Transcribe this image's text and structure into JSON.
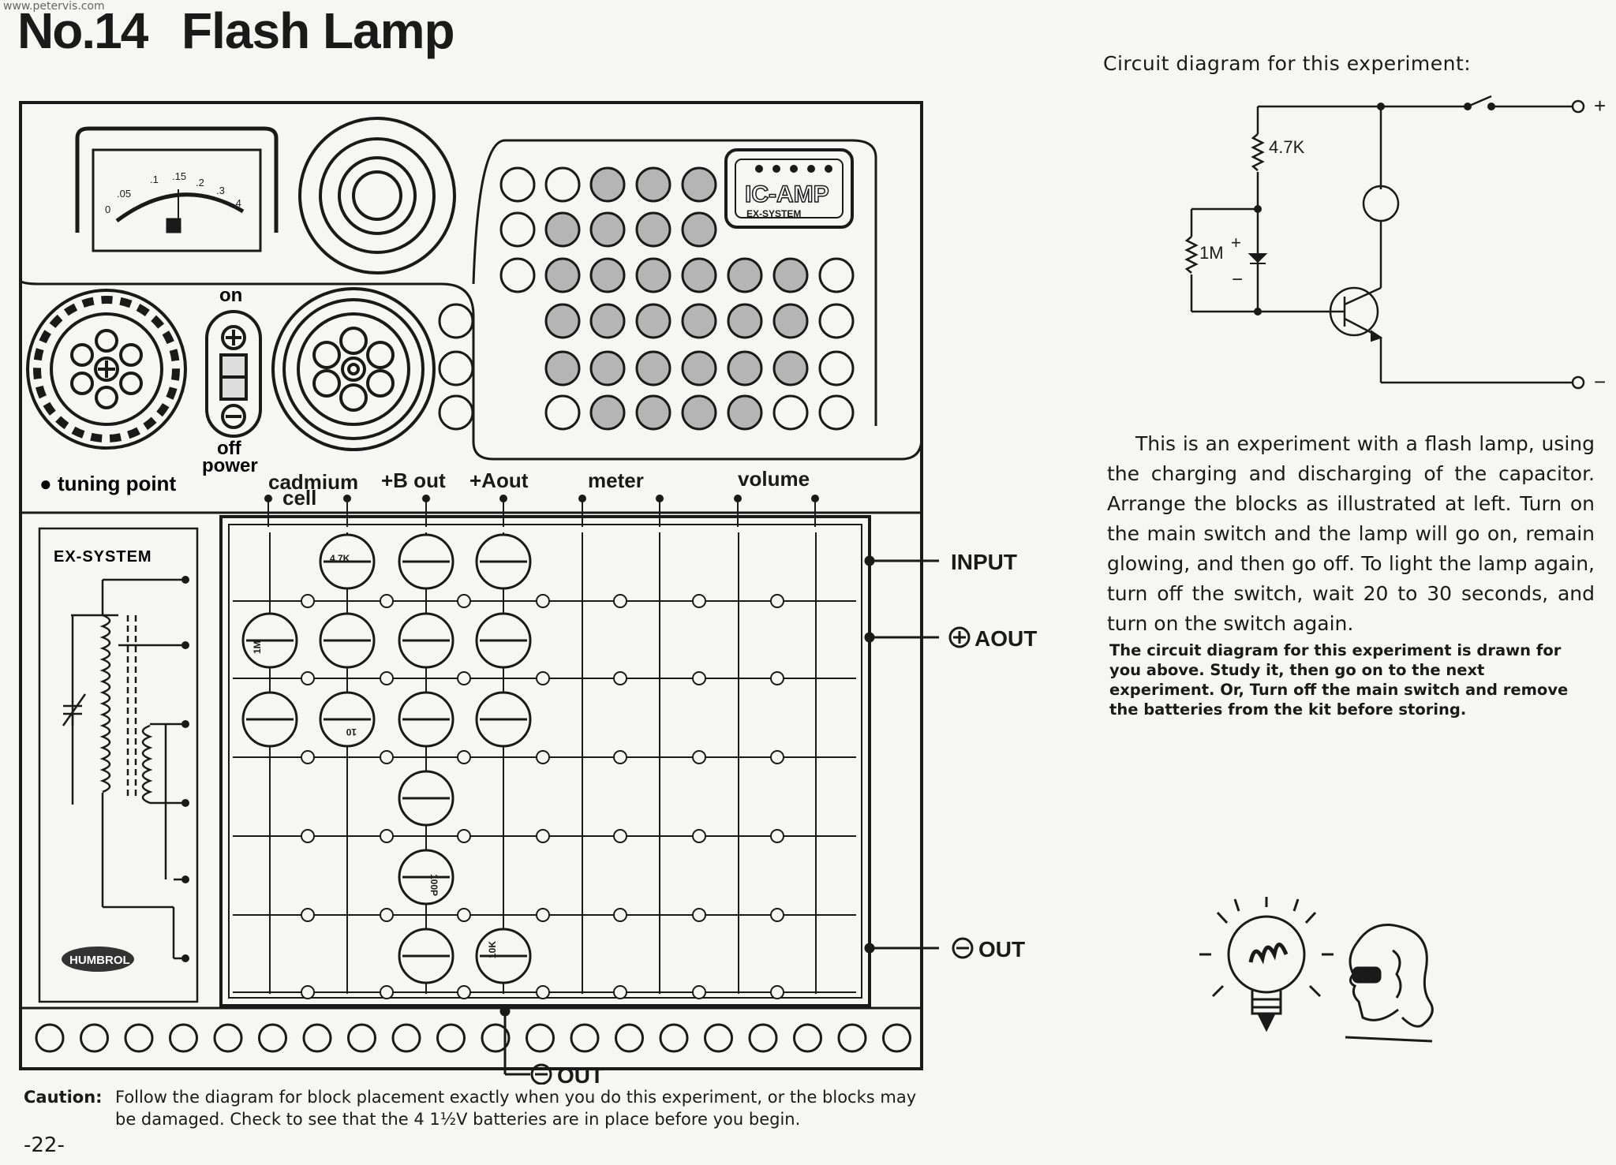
{
  "watermark": "www.petervis.com",
  "header": {
    "number": "No.14",
    "title": "Flash Lamp"
  },
  "kit": {
    "meter_scale": [
      "0",
      ".05",
      ".1",
      ".15",
      ".2",
      ".3",
      ".4"
    ],
    "ic_amp_label": "IC-AMP",
    "ex_system_small": "EX-SYSTEM",
    "on_label": "on",
    "off_label": "off",
    "power_label": "power",
    "tuning_point_label": "tuning point",
    "terminal_labels": [
      "cadmium",
      "cell",
      "+B out",
      "+Aout",
      "meter",
      "volume"
    ],
    "side_labels": {
      "input": "INPUT",
      "aout": "AOUT",
      "out": "OUT",
      "bottom_out": "OUT"
    },
    "ex_system_label": "EX-SYSTEM",
    "brand": "HUMBROL",
    "block_labels": {
      "r47k": "4.7K",
      "r1m": "1M",
      "c10": "10",
      "c100": "100P",
      "r10k": "10K"
    }
  },
  "caption": {
    "label": "Caution:",
    "text": "Follow the diagram for block placement exactly when you do this experiment, or the blocks may be damaged. Check to see that the 4 1½V batteries are in place before you begin."
  },
  "page_number": "-22-",
  "circuit": {
    "heading": "Circuit diagram for this experiment:",
    "r1": "4.7K",
    "r2": "1M",
    "plus_sign": "+",
    "minus_sign": "−",
    "terminal_plus": "+",
    "terminal_minus": "−"
  },
  "description": "This is an experiment with a flash lamp, using the charging and discharging of the capacitor. Arrange the blocks as illustrated at left. Turn on the main switch and the lamp will go on, remain glowing, and then go off. To light the lamp again, turn off the switch, wait 20 to 30 seconds, and turn on the switch again.",
  "note": "The circuit diagram for this experiment is drawn for you above. Study it, then go on to the next experiment. Or, Turn off the main switch and remove the batteries from the kit before storing."
}
